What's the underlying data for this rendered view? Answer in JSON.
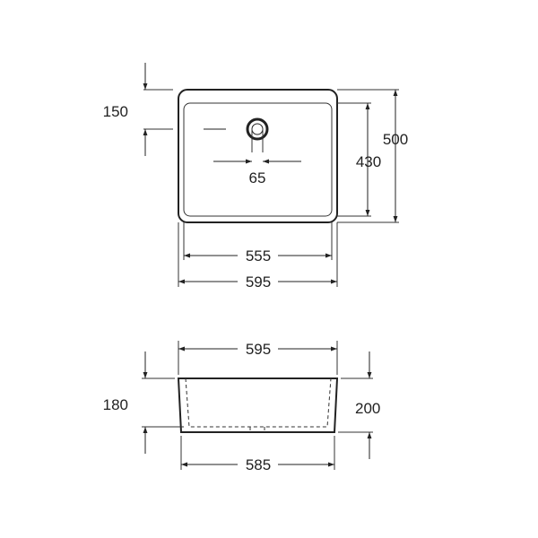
{
  "top_view": {
    "dim_rim_depth": "150",
    "dim_total_depth": "500",
    "dim_inner_depth": "430",
    "dim_drain": "65",
    "dim_inner_width": "555",
    "dim_total_width": "595"
  },
  "side_view": {
    "dim_top_width": "595",
    "dim_inner_height": "180",
    "dim_total_height": "200",
    "dim_bottom_width": "585"
  },
  "colors": {
    "line": "#222222",
    "background": "#ffffff"
  }
}
